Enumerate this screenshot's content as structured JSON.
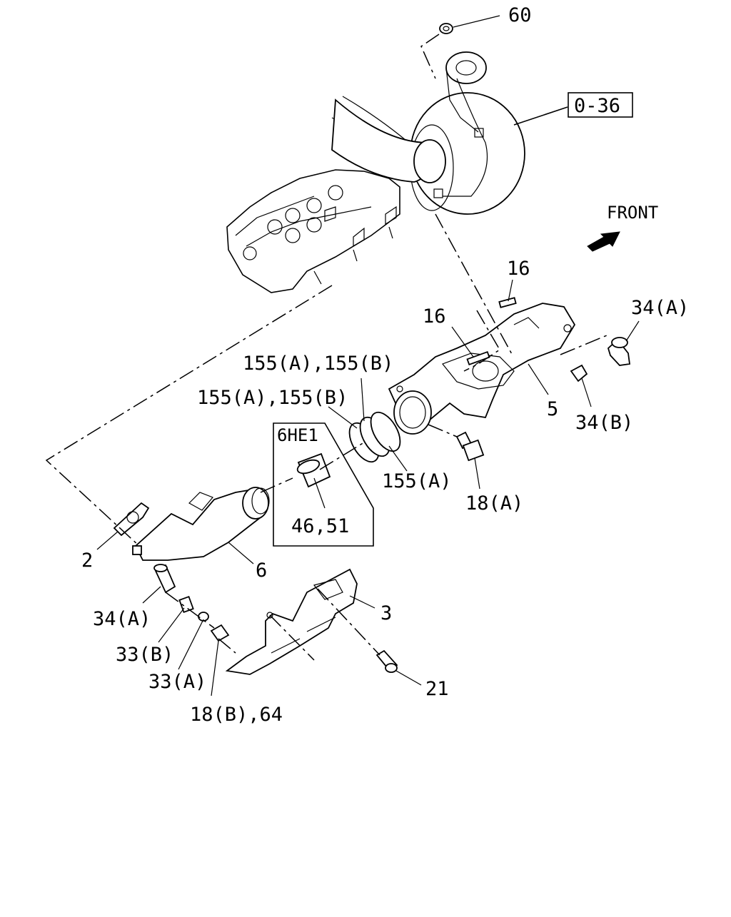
{
  "diagram": {
    "front_label": "FRONT",
    "ref_box": "0-36",
    "variant_box": "6HE1",
    "callouts": {
      "c60": "60",
      "c16a": "16",
      "c16b": "16",
      "c34a_right": "34(A)",
      "c34b_right": "34(B)",
      "c155ab_top": "155(A),155(B)",
      "c155ab_left": "155(A),155(B)",
      "c155a": "155(A)",
      "c18a": "18(A)",
      "c5": "5",
      "c46_51": "46,51",
      "c2": "2",
      "c6": "6",
      "c3": "3",
      "c34a_left": "34(A)",
      "c33b": "33(B)",
      "c33a": "33(A)",
      "c18b_64": "18(B),64",
      "c21": "21"
    }
  }
}
